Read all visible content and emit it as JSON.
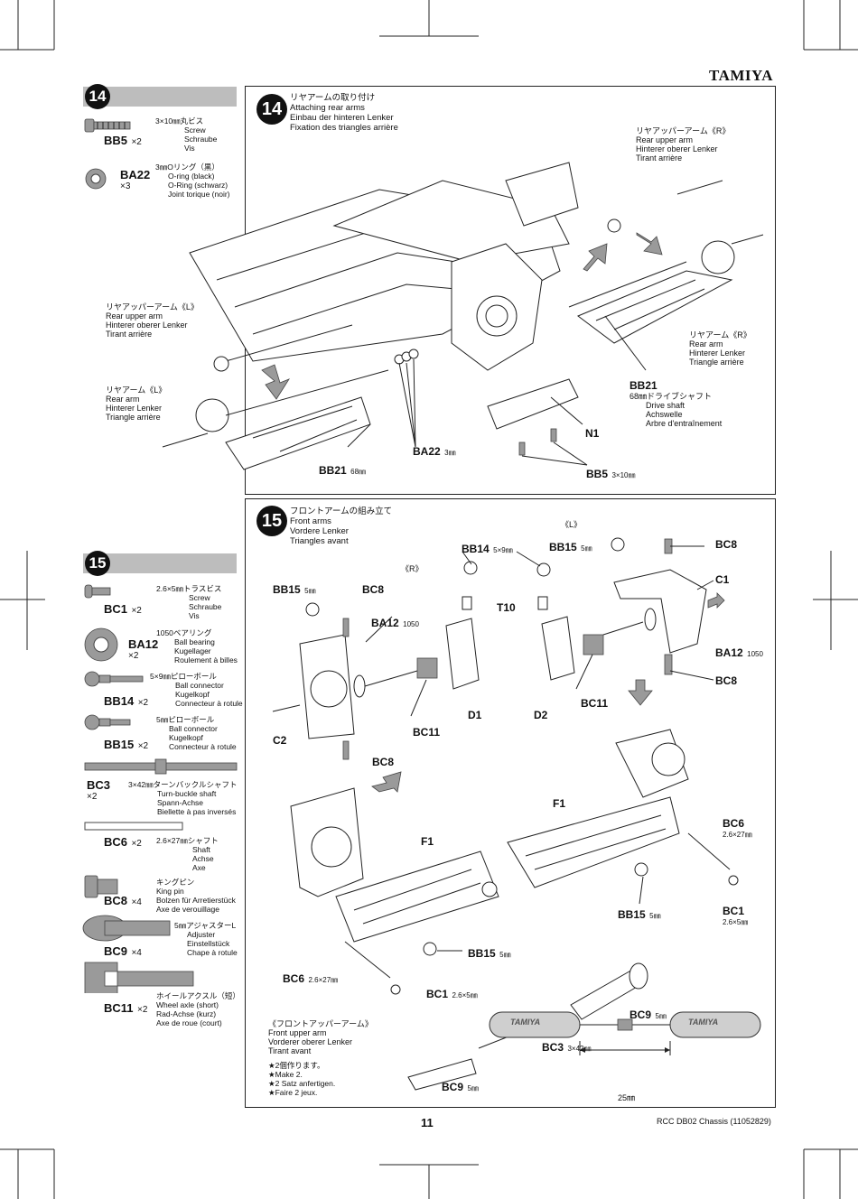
{
  "brand": "TAMIYA",
  "page_number": "11",
  "footer": "RCC DB02 Chassis (11052829)",
  "step14": {
    "num": "14",
    "title_jp": "リヤアームの取り付け",
    "title_en": "Attaching rear arms",
    "title_de": "Einbau der hinteren Lenker",
    "title_fr": "Fixation des triangles arrière",
    "parts": [
      {
        "code": "BB5",
        "qty": "×2",
        "desc": [
          "3×10㎜丸ビス",
          "Screw",
          "Schraube",
          "Vis"
        ]
      },
      {
        "code": "BA22",
        "qty": "×3",
        "desc": [
          "3㎜Oリング（黒）",
          "O-ring (black)",
          "O-Ring (schwarz)",
          "Joint torique (noir)"
        ]
      }
    ],
    "labels": {
      "rr_upper_R": [
        "リヤアッパーアーム《R》",
        "Rear upper arm",
        "Hinterer oberer Lenker",
        "Tirant arrière"
      ],
      "rr_upper_L": [
        "リヤアッパーアーム《L》",
        "Rear upper arm",
        "Hinterer oberer Lenker",
        "Tirant arrière"
      ],
      "rr_arm_L": [
        "リヤアーム《L》",
        "Rear arm",
        "Hinterer Lenker",
        "Triangle arrière"
      ],
      "rr_arm_R": [
        "リヤアーム《R》",
        "Rear arm",
        "Hinterer Lenker",
        "Triangle arrière"
      ],
      "bb21_r": {
        "code": "BB21",
        "desc": [
          "68㎜ドライブシャフト",
          "Drive shaft",
          "Achswelle",
          "Arbre d'entraînement"
        ]
      },
      "bb21_l": {
        "code": "BB21",
        "size": "68㎜"
      },
      "n1": "N1",
      "ba22": {
        "code": "BA22",
        "size": "3㎜"
      },
      "bb5": {
        "code": "BB5",
        "size": "3×10㎜"
      }
    }
  },
  "step15": {
    "num": "15",
    "title_jp": "フロントアームの組み立て",
    "title_en": "Front arms",
    "title_de": "Vordere Lenker",
    "title_fr": "Triangles avant",
    "parts": [
      {
        "code": "BC1",
        "qty": "×2",
        "desc": [
          "2.6×5㎜トラスビス",
          "Screw",
          "Schraube",
          "Vis"
        ]
      },
      {
        "code": "BA12",
        "qty": "×2",
        "desc": [
          "1050ベアリング",
          "Ball bearing",
          "Kugellager",
          "Roulement à billes"
        ]
      },
      {
        "code": "BB14",
        "qty": "×2",
        "desc": [
          "5×9㎜ピローボール",
          "Ball connector",
          "Kugelkopf",
          "Connecteur à rotule"
        ]
      },
      {
        "code": "BB15",
        "qty": "×2",
        "desc": [
          "5㎜ピローボール",
          "Ball connector",
          "Kugelkopf",
          "Connecteur à rotule"
        ]
      },
      {
        "code": "BC3",
        "qty": "×2",
        "desc": [
          "3×42㎜ターンバックルシャフト",
          "Turn-buckle shaft",
          "Spann-Achse",
          "Biellette à pas inversés"
        ]
      },
      {
        "code": "BC6",
        "qty": "×2",
        "desc": [
          "2.6×27㎜シャフト",
          "Shaft",
          "Achse",
          "Axe"
        ]
      },
      {
        "code": "BC8",
        "qty": "×4",
        "desc": [
          "キングピン",
          "King pin",
          "Bolzen für Arretierstück",
          "Axe de verouillage"
        ]
      },
      {
        "code": "BC9",
        "qty": "×4",
        "desc": [
          "5㎜アジャスターL",
          "Adjuster",
          "Einstellstück",
          "Chape à rotule"
        ]
      },
      {
        "code": "BC11",
        "qty": "×2",
        "desc": [
          "ホイールアクスル（短）",
          "Wheel axle (short)",
          "Rad-Achse (kurz)",
          "Axe de roue (court)"
        ]
      }
    ],
    "labels": {
      "side_R": "《R》",
      "side_L": "《L》",
      "bb15_a": {
        "code": "BB15",
        "size": "5㎜"
      },
      "bc8_a": "BC8",
      "ba12_a": {
        "code": "BA12",
        "size": "1050"
      },
      "bb14": {
        "code": "BB14",
        "size": "5×9㎜"
      },
      "bb15_b": {
        "code": "BB15",
        "size": "5㎜"
      },
      "bc8_b": "BC8",
      "c1": "C1",
      "ba12_b": {
        "code": "BA12",
        "size": "1050"
      },
      "bc8_c": "BC8",
      "t10": "T10",
      "d1": "D1",
      "d2": "D2",
      "bc11_a": "BC11",
      "bc11_b": "BC11",
      "c2": "C2",
      "bc8_d": "BC8",
      "f1_a": "F1",
      "f1_b": "F1",
      "bc6_r": {
        "code": "BC6",
        "size": "2.6×27㎜"
      },
      "bc1_r": {
        "code": "BC1",
        "size": "2.6×5㎜"
      },
      "bb15_r": {
        "code": "BB15",
        "size": "5㎜"
      },
      "bb15_l": {
        "code": "BB15",
        "size": "5㎜"
      },
      "bc6_l": {
        "code": "BC6",
        "size": "2.6×27㎜"
      },
      "bc1_l": {
        "code": "BC1",
        "size": "2.6×5㎜"
      },
      "bc9_a": {
        "code": "BC9",
        "size": "5㎜"
      },
      "bc3": {
        "code": "BC3",
        "size": "3×42㎜"
      },
      "bc9_b": {
        "code": "BC9",
        "size": "5㎜"
      },
      "front_upper": [
        "《フロントアッパーアーム》",
        "Front upper arm",
        "Vorderer oberer Lenker",
        "Tirant avant"
      ],
      "make2": [
        "★2個作ります。",
        "★Make 2.",
        "★2 Satz anfertigen.",
        "★Faire 2 jeux."
      ],
      "dim": "25㎜",
      "logo_text": "TAMIYA"
    }
  }
}
